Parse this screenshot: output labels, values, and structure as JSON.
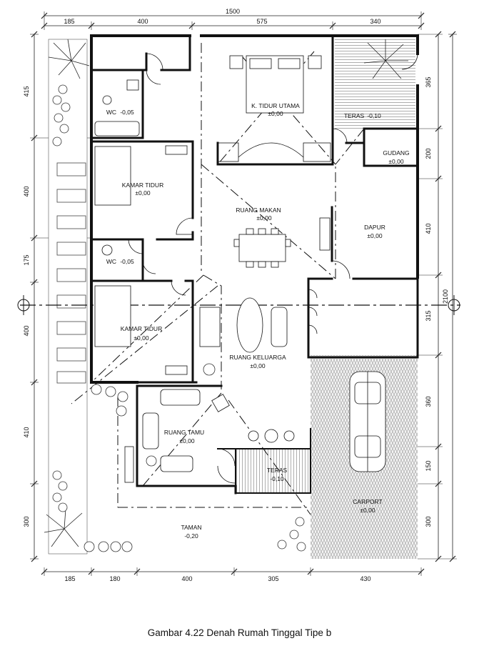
{
  "caption": "Gambar 4.22 Denah Rumah Tinggal Tipe b",
  "dimensions": {
    "top_total": "1500",
    "top": [
      "185",
      "400",
      "575",
      "340"
    ],
    "bottom": [
      "185",
      "180",
      "400",
      "305",
      "430"
    ],
    "left": [
      "415",
      "400",
      "175",
      "400",
      "410",
      "300"
    ],
    "right": [
      "365",
      "200",
      "410",
      "315",
      "360",
      "150",
      "300"
    ],
    "right_total": "2100"
  },
  "rooms": {
    "wc1": {
      "name": "WC",
      "level": "-0,05"
    },
    "master_bedroom": {
      "name": "K. TIDUR UTAMA",
      "level": "±0,00"
    },
    "teras_back": {
      "name": "TERAS",
      "level": "-0,10"
    },
    "gudang": {
      "name": "GUDANG",
      "level": "±0,00"
    },
    "bedroom1": {
      "name": "KAMAR TIDUR",
      "level": "±0,00"
    },
    "dining": {
      "name": "RUANG MAKAN",
      "level": "±0,00"
    },
    "kitchen": {
      "name": "DAPUR",
      "level": "±0,00"
    },
    "wc2": {
      "name": "WC",
      "level": "-0,05"
    },
    "bedroom2": {
      "name": "KAMAR TIDUR",
      "level": "±0,00"
    },
    "family": {
      "name": "RUANG KELUARGA",
      "level": "±0,00"
    },
    "living": {
      "name": "RUANG TAMU",
      "level": "±0,00"
    },
    "teras_front": {
      "name": "TERAS",
      "level": "-0,10"
    },
    "carport": {
      "name": "CARPORT",
      "level": "±0,00"
    },
    "garden": {
      "name": "TAMAN",
      "level": "-0,20"
    }
  }
}
